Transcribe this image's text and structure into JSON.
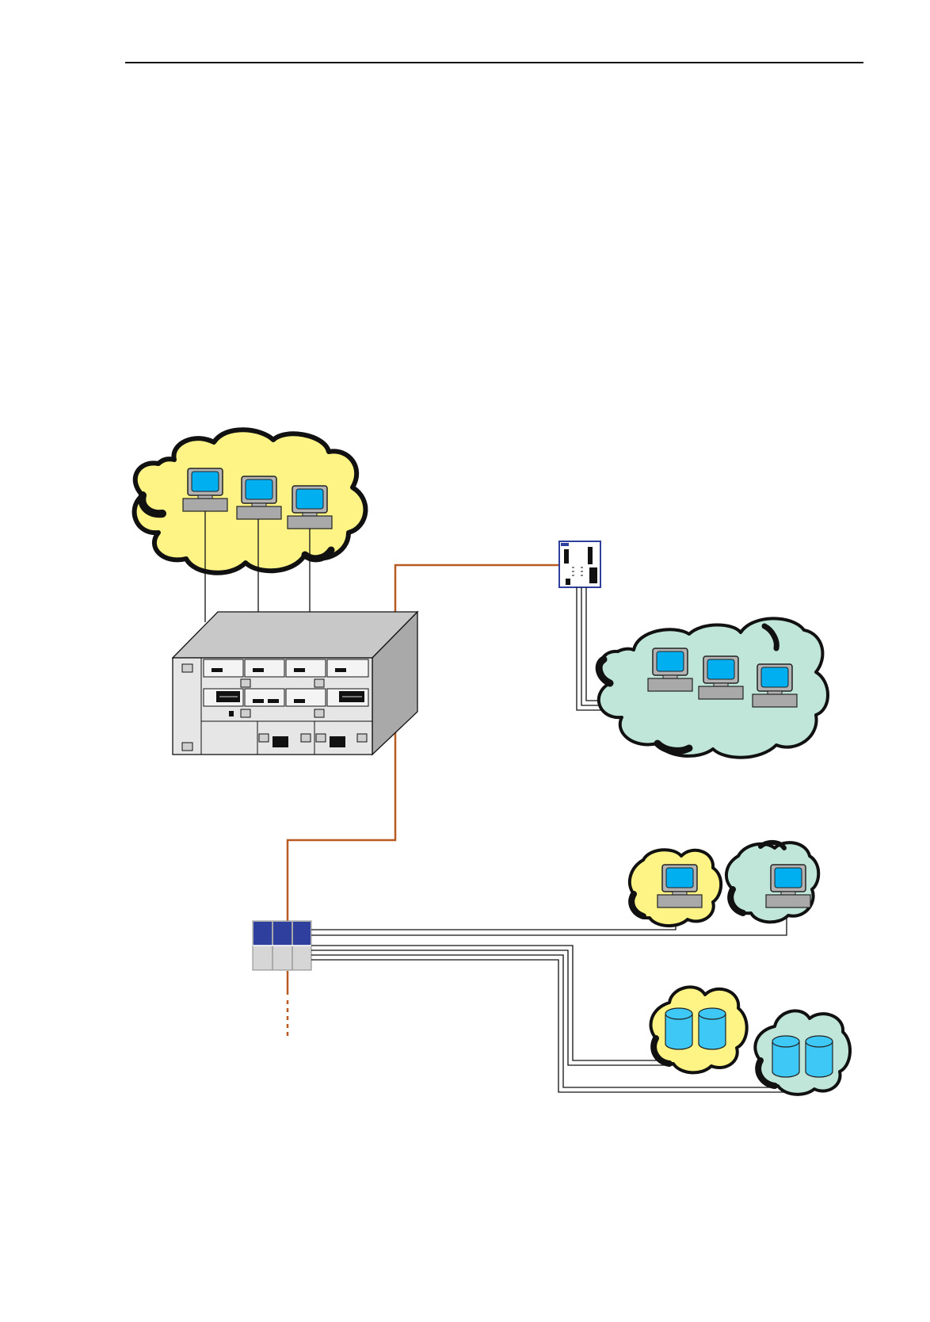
{
  "page": {
    "background": "#ffffff"
  },
  "colors": {
    "rule_line": "#111111",
    "cloud_yellow": "#fef485",
    "cloud_mint": "#bfe6d8",
    "cloud_outline": "#111111",
    "screen_blue": "#00aff0",
    "monitor_gray": "#a9a9a9",
    "chassis_light": "#e6e6e6",
    "chassis_top": "#c8c8c8",
    "chassis_side": "#a9a9a9",
    "copper_link": "#b85a22",
    "module_blue": "#2f3f9d",
    "database_blue": "#3ec8f5"
  },
  "diagram": {
    "nodes": [
      {
        "id": "cloud-top-left",
        "kind": "workstation-group",
        "color": "yellow",
        "devices": [
          "monitor-icon",
          "monitor-icon",
          "monitor-icon"
        ]
      },
      {
        "id": "central-chassis",
        "kind": "modular-switch"
      },
      {
        "id": "compact-switch",
        "kind": "rail-switch"
      },
      {
        "id": "cloud-right",
        "kind": "workstation-group",
        "color": "mint",
        "devices": [
          "monitor-icon",
          "monitor-icon",
          "monitor-icon"
        ]
      },
      {
        "id": "modular-din-switch",
        "kind": "din-rail-switch"
      },
      {
        "id": "cloud-small-yellow",
        "kind": "workstation-group",
        "color": "yellow",
        "devices": [
          "monitor-icon"
        ]
      },
      {
        "id": "cloud-small-mint",
        "kind": "workstation-group",
        "color": "mint",
        "devices": [
          "monitor-icon"
        ]
      },
      {
        "id": "cloud-db-yellow",
        "kind": "database-group",
        "color": "yellow",
        "devices": [
          "database-icon",
          "database-icon"
        ]
      },
      {
        "id": "cloud-db-mint",
        "kind": "database-group",
        "color": "mint",
        "devices": [
          "database-icon",
          "database-icon"
        ]
      }
    ],
    "links": [
      {
        "from": "central-chassis",
        "to": "compact-switch",
        "type": "copper"
      },
      {
        "from": "central-chassis",
        "to": "modular-din-switch",
        "type": "copper"
      },
      {
        "from": "modular-din-switch",
        "to": "continuation",
        "type": "copper-dotted"
      },
      {
        "from": "cloud-top-left",
        "to": "central-chassis",
        "type": "thin"
      },
      {
        "from": "compact-switch",
        "to": "cloud-right",
        "type": "multi-thin"
      },
      {
        "from": "modular-din-switch",
        "to": "cloud-small-yellow",
        "type": "thin"
      },
      {
        "from": "modular-din-switch",
        "to": "cloud-small-mint",
        "type": "thin"
      },
      {
        "from": "modular-din-switch",
        "to": "cloud-db-yellow",
        "type": "multi-thin"
      },
      {
        "from": "modular-din-switch",
        "to": "cloud-db-mint",
        "type": "multi-thin"
      }
    ]
  }
}
